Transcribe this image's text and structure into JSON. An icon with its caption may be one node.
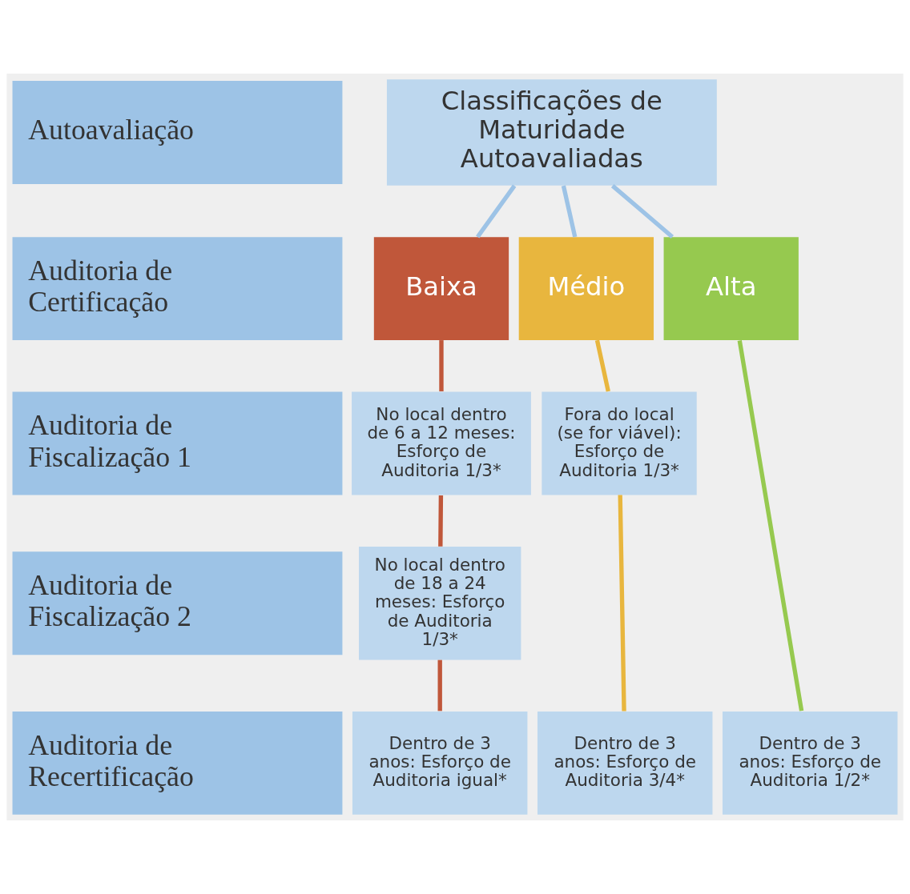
{
  "diagram": {
    "nodes": [
      {
        "text": [
          "Autoavaliação"
        ]
      },
      {
        "text": [
          "Classificações de Maturidade Autoavaliadas"
        ]
      },
      {
        "text": [
          "Auditoria de Certificação"
        ]
      },
      {
        "text": [
          "Baixa"
        ]
      },
      {
        "text": [
          "Médio"
        ]
      },
      {
        "text": [
          "Alta"
        ]
      },
      {
        "text": [
          "Auditoria de Fiscalização 1"
        ]
      },
      {
        "text": [
          "No local dentro de 6 a 12 meses: Esforço de Auditoria 1/3*"
        ]
      },
      {
        "text": [
          "Fora do local (se for viável): Esforço de Auditoria 1/3*"
        ]
      },
      {
        "text": [
          "Auditoria de Fiscalização 2"
        ]
      },
      {
        "text": [
          "No local dentro de 18 a 24 meses: Esforço de Auditoria 1/3*"
        ]
      },
      {
        "text": [
          "Auditoria de Recertificação"
        ]
      },
      {
        "text": [
          "Dentro de 3 anos: Esforço de Auditoria igual*"
        ]
      },
      {
        "text": [
          "Dentro de 3 anos: Esforço de Auditoria 3/4*"
        ]
      },
      {
        "text": [
          "Dentro de 3 anos: Esforço de Auditoria 1/2*"
        ]
      }
    ],
    "edges": [
      {
        "from": 1,
        "to": 3,
        "arrow": "none",
        "color": "#9dc3e6"
      },
      {
        "from": 1,
        "to": 4,
        "arrow": "none",
        "color": "#9dc3e6"
      },
      {
        "from": 1,
        "to": 5,
        "arrow": "none",
        "color": "#9dc3e6"
      },
      {
        "from": 3,
        "to": 7,
        "arrow": "none",
        "color": "#c0573a"
      },
      {
        "from": 7,
        "to": 10,
        "arrow": "none",
        "color": "#c0573a"
      },
      {
        "from": 10,
        "to": 12,
        "arrow": "none",
        "color": "#c0573a"
      },
      {
        "from": 4,
        "to": 8,
        "arrow": "none",
        "color": "#e8b63e"
      },
      {
        "from": 8,
        "to": 13,
        "arrow": "none",
        "color": "#e8b63e"
      },
      {
        "from": 5,
        "to": 14,
        "arrow": "none",
        "color": "#96c94f"
      }
    ]
  }
}
